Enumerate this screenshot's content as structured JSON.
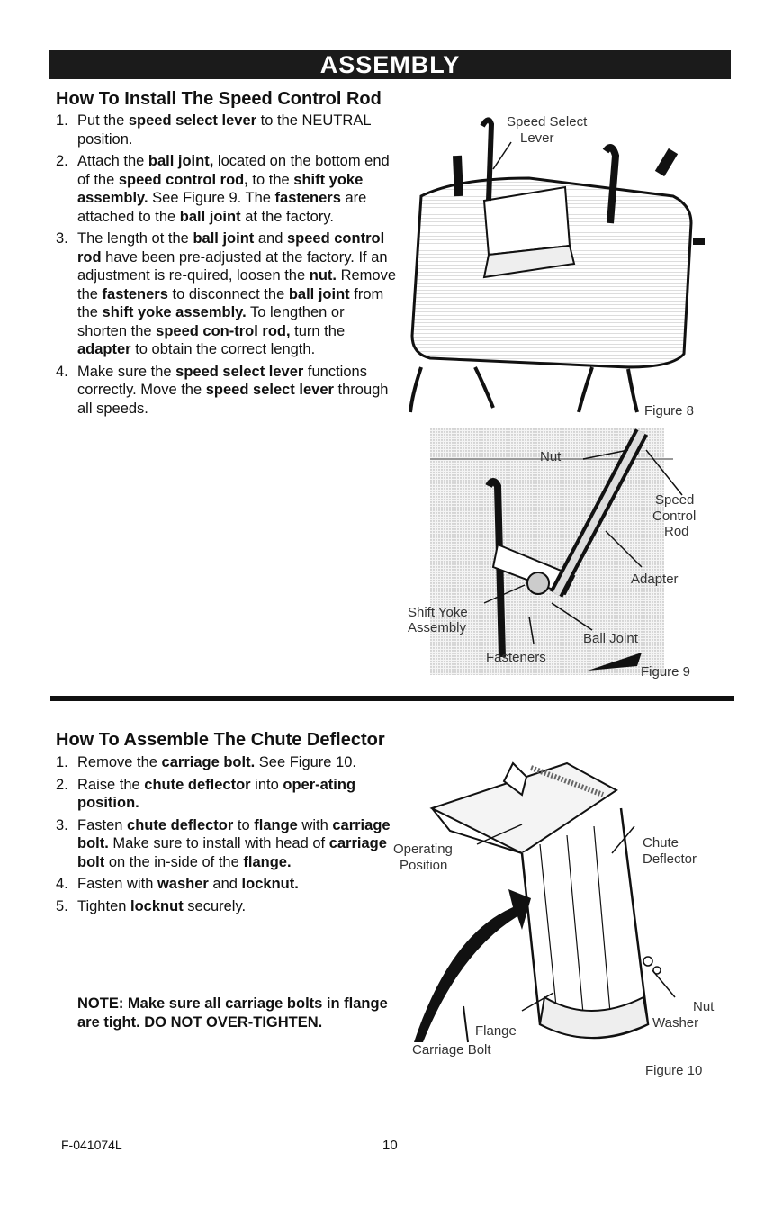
{
  "banner": "ASSEMBLY",
  "section1": {
    "title": "How To Install The Speed Control Rod",
    "steps": [
      {
        "num": "1.",
        "parts": [
          [
            "Put the ",
            false
          ],
          [
            "speed select lever",
            true
          ],
          [
            " to the NEUTRAL position.",
            false
          ]
        ]
      },
      {
        "num": "2.",
        "parts": [
          [
            "Attach the ",
            false
          ],
          [
            "ball joint,",
            true
          ],
          [
            " located on the bottom end of the ",
            false
          ],
          [
            "speed control rod,",
            true
          ],
          [
            " to the ",
            false
          ],
          [
            "shift yoke assembly.",
            true
          ],
          [
            " See Figure 9. The ",
            false
          ],
          [
            "fasteners",
            true
          ],
          [
            " are attached to the ",
            false
          ],
          [
            "ball joint",
            true
          ],
          [
            " at the factory.",
            false
          ]
        ]
      },
      {
        "num": "3.",
        "parts": [
          [
            "The length ot the ",
            false
          ],
          [
            "ball joint",
            true
          ],
          [
            " and ",
            false
          ],
          [
            "speed control rod",
            true
          ],
          [
            " have been pre-adjusted at the factory. If an adjustment is re-quired, loosen the ",
            false
          ],
          [
            "nut.",
            true
          ],
          [
            " Remove the ",
            false
          ],
          [
            "fasteners",
            true
          ],
          [
            " to disconnect the ",
            false
          ],
          [
            "ball joint",
            true
          ],
          [
            " from the ",
            false
          ],
          [
            "shift yoke assembly.",
            true
          ],
          [
            " To lengthen or shorten the ",
            false
          ],
          [
            "speed con-trol rod,",
            true
          ],
          [
            " turn the ",
            false
          ],
          [
            "adapter",
            true
          ],
          [
            " to obtain the correct length.",
            false
          ]
        ]
      },
      {
        "num": "4.",
        "parts": [
          [
            "Make sure the ",
            false
          ],
          [
            "speed select lever",
            true
          ],
          [
            " functions correctly. Move the ",
            false
          ],
          [
            "speed select lever",
            true
          ],
          [
            " through all speeds.",
            false
          ]
        ]
      }
    ]
  },
  "figure8": {
    "caption": "Figure 8",
    "labels": {
      "speed_select_1": "Speed Select",
      "speed_select_2": "Lever"
    }
  },
  "figure9": {
    "caption": "Figure 9",
    "labels": {
      "nut": "Nut",
      "speed_1": "Speed",
      "speed_2": "Control",
      "speed_3": "Rod",
      "adapter": "Adapter",
      "shift_1": "Shift Yoke",
      "shift_2": "Assembly",
      "ball_joint": "Ball Joint",
      "fasteners": "Fasteners"
    }
  },
  "section2": {
    "title": "How To Assemble The Chute Deflector",
    "steps": [
      {
        "num": "1.",
        "parts": [
          [
            "Remove the ",
            false
          ],
          [
            "carriage bolt.",
            true
          ],
          [
            " See Figure 10.",
            false
          ]
        ]
      },
      {
        "num": "2.",
        "parts": [
          [
            "Raise the ",
            false
          ],
          [
            "chute deflector",
            true
          ],
          [
            " into ",
            false
          ],
          [
            "oper-ating position.",
            true
          ]
        ]
      },
      {
        "num": "3.",
        "parts": [
          [
            "Fasten ",
            false
          ],
          [
            "chute deflector",
            true
          ],
          [
            " to ",
            false
          ],
          [
            "flange",
            true
          ],
          [
            " with ",
            false
          ],
          [
            "carriage bolt.",
            true
          ],
          [
            " Make sure to install with head of ",
            false
          ],
          [
            "carriage bolt",
            true
          ],
          [
            " on the in-side of the ",
            false
          ],
          [
            "flange.",
            true
          ]
        ]
      },
      {
        "num": "4.",
        "parts": [
          [
            "Fasten with ",
            false
          ],
          [
            "washer",
            true
          ],
          [
            " and ",
            false
          ],
          [
            "locknut.",
            true
          ]
        ]
      },
      {
        "num": "5.",
        "parts": [
          [
            "Tighten ",
            false
          ],
          [
            "locknut",
            true
          ],
          [
            " securely.",
            false
          ]
        ]
      }
    ],
    "note": "NOTE: Make sure all carriage bolts in flange are tight. DO NOT OVER-TIGHTEN."
  },
  "figure10": {
    "caption": "Figure 10",
    "labels": {
      "operating_1": "Operating",
      "operating_2": "Position",
      "chute_1": "Chute",
      "chute_2": "Deflector",
      "nut": "Nut",
      "washer": "Washer",
      "flange": "Flange",
      "carriage_bolt": "Carriage Bolt"
    }
  },
  "footer": {
    "code": "F-041074L",
    "page": "10"
  }
}
